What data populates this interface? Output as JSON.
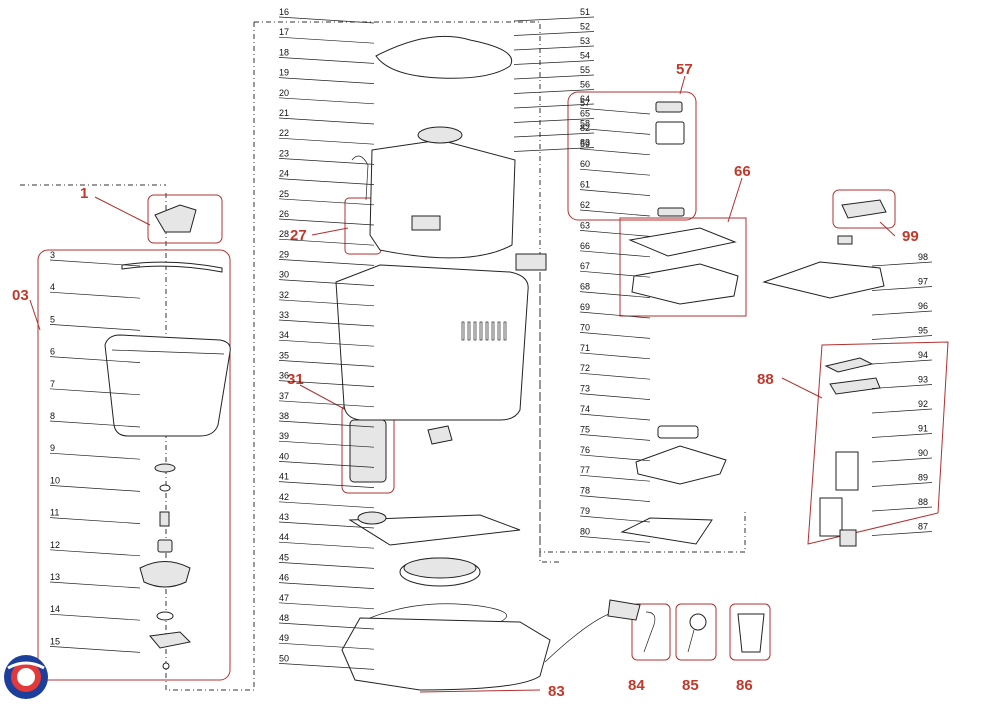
{
  "diagram": {
    "group_labels": [
      "1",
      "03",
      "27",
      "31",
      "57",
      "66",
      "88",
      "99",
      "83",
      "84",
      "85",
      "86"
    ],
    "left_column_numbers": [
      "3",
      "4",
      "5",
      "6",
      "7",
      "8",
      "9",
      "10",
      "11",
      "12",
      "13",
      "14",
      "15"
    ],
    "center_left_numbers": [
      "16",
      "17",
      "18",
      "19",
      "20",
      "21",
      "22",
      "23",
      "24",
      "25",
      "26",
      "28",
      "29",
      "30",
      "32",
      "33",
      "34",
      "35",
      "36",
      "37",
      "38",
      "39",
      "40",
      "41",
      "42",
      "43",
      "44",
      "45",
      "46",
      "47",
      "48",
      "49",
      "50"
    ],
    "center_right_numbers": [
      "51",
      "52",
      "53",
      "54",
      "55",
      "56",
      "64",
      "65",
      "82",
      "83"
    ],
    "right_column_numbers": [
      "57",
      "58",
      "59",
      "60",
      "61",
      "62",
      "63",
      "66",
      "67",
      "68",
      "69",
      "70",
      "71",
      "72",
      "73",
      "74",
      "75",
      "76",
      "77",
      "78",
      "79",
      "80"
    ],
    "far_right_numbers": [
      "98",
      "97",
      "96",
      "95",
      "94",
      "93",
      "92",
      "91",
      "90",
      "89",
      "88",
      "87"
    ]
  },
  "logo": {
    "name": "brand-logo"
  },
  "colors": {
    "accent": "#c0392b"
  }
}
